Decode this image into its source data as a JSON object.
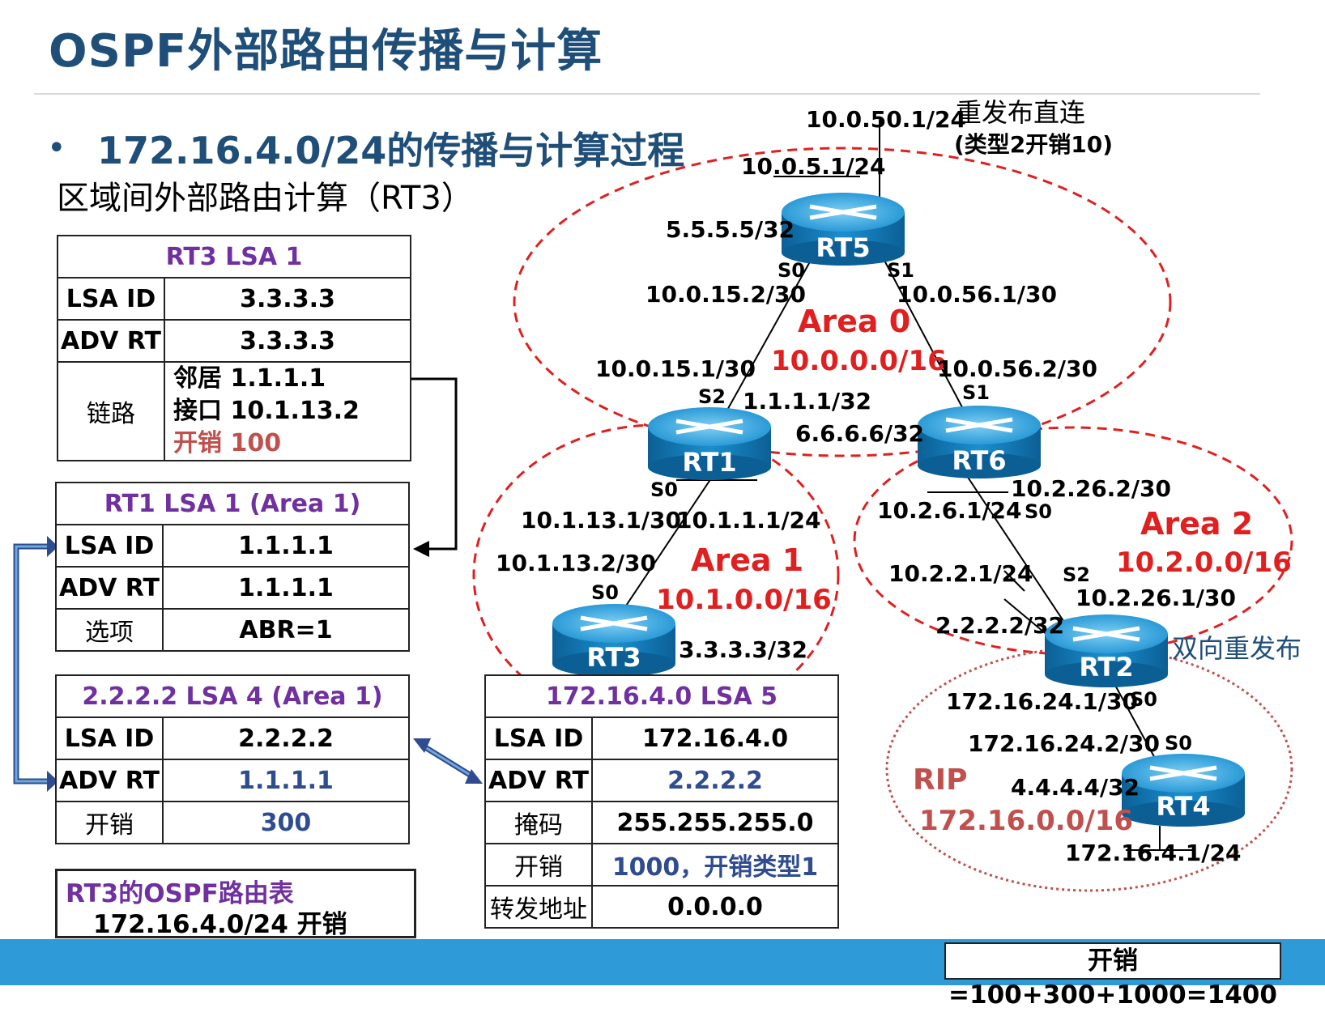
{
  "title": "OSPF外部路由传播与计算",
  "bullet": "172.16.4.0/24的传播与计算过程",
  "subtitle": "区域间外部路由计算（RT3）",
  "rt3_lsa1": {
    "header": "RT3 LSA 1",
    "rows": [
      {
        "label": "LSA ID",
        "value": "3.3.3.3"
      },
      {
        "label": "ADV RT",
        "value": "3.3.3.3"
      }
    ],
    "links_label": "链路",
    "link_neighbor": "邻居  1.1.1.1",
    "link_interface": "接口 10.1.13.2",
    "link_cost": "开销 100"
  },
  "rt1_lsa1": {
    "header": "RT1 LSA 1 (Area 1)",
    "rows": [
      {
        "label": "LSA ID",
        "value": "1.1.1.1"
      },
      {
        "label": "ADV RT",
        "value": "1.1.1.1"
      },
      {
        "label": "选项",
        "value": "ABR=1"
      }
    ]
  },
  "lsa4": {
    "header": "2.2.2.2  LSA 4 (Area 1)",
    "rows": [
      {
        "label": "LSA ID",
        "value": "2.2.2.2"
      },
      {
        "label": "ADV RT",
        "value": "1.1.1.1"
      },
      {
        "label": "开销",
        "value": "300"
      }
    ]
  },
  "lsa5": {
    "header": "172.16.4.0  LSA 5",
    "rows": [
      {
        "label": "LSA ID",
        "value": "172.16.4.0"
      },
      {
        "label": "ADV RT",
        "value": "2.2.2.2"
      },
      {
        "label": "掩码",
        "value": "255.255.255.0"
      },
      {
        "label": "开销",
        "value": "1000，开销类型1"
      },
      {
        "label": "转发地址",
        "value": "0.0.0.0"
      }
    ]
  },
  "route_table": {
    "title": "RT3的OSPF路由表",
    "prefix": "172.16.4.0/24   开销",
    "cost": "1400"
  },
  "formula": "开销=100+300+1000=1400",
  "routers": {
    "rt5": "RT5",
    "rt1": "RT1",
    "rt6": "RT6",
    "rt3": "RT3",
    "rt2": "RT2",
    "rt4": "RT4"
  },
  "areas": {
    "area0": "Area 0",
    "area0_net": "10.0.0.0/16",
    "area1": "Area 1",
    "area1_net": "10.1.0.0/16",
    "area2": "Area 2",
    "area2_net": "10.2.0.0/16",
    "rip": "RIP",
    "rip_net": "172.16.0.0/16"
  },
  "labels": {
    "rt5_lan": "10.0.50.1/24",
    "rt5_redist": "重发布直连",
    "rt5_redist2": "(类型2开销10)",
    "rt5_net": "10.0.5.1/24",
    "rt5_loop": "5.5.5.5/32",
    "rt5_s0": "S0",
    "rt5_s1": "S1",
    "rt5_s0_ip": "10.0.15.2/30",
    "rt5_s1_ip": "10.0.56.1/30",
    "rt1_s2_ip": "10.0.15.1/30",
    "rt1_s2": "S2",
    "rt1_loop": "1.1.1.1/32",
    "rt6_s1_ip": "10.0.56.2/30",
    "rt6_s1": "S1",
    "rt6_loop": "6.6.6.6/32",
    "rt1_s0": "S0",
    "rt1_s0_ip": "10.1.13.1/30",
    "rt1_lan": "10.1.1.1/24",
    "rt3_s0_ip": "10.1.13.2/30",
    "rt3_s0": "S0",
    "rt3_loop": "3.3.3.3/32",
    "rt6_s0_ip": "10.2.26.2/30",
    "rt6_lan": "10.2.6.1/24",
    "rt6_s0": "S0",
    "rt2_lan": "10.2.2.1/24",
    "rt2_s2": "S2",
    "rt2_s2_ip": "10.2.26.1/30",
    "rt2_loop": "2.2.2.2/32",
    "rt2_redist": "双向重发布",
    "rt2_s0_ip": "172.16.24.1/30",
    "rt2_s0": "S0",
    "rt4_s0_ip": "172.16.24.2/30",
    "rt4_s0": "S0",
    "rt4_loop": "4.4.4.4/32",
    "rt4_lan": "172.16.4.1/24"
  }
}
